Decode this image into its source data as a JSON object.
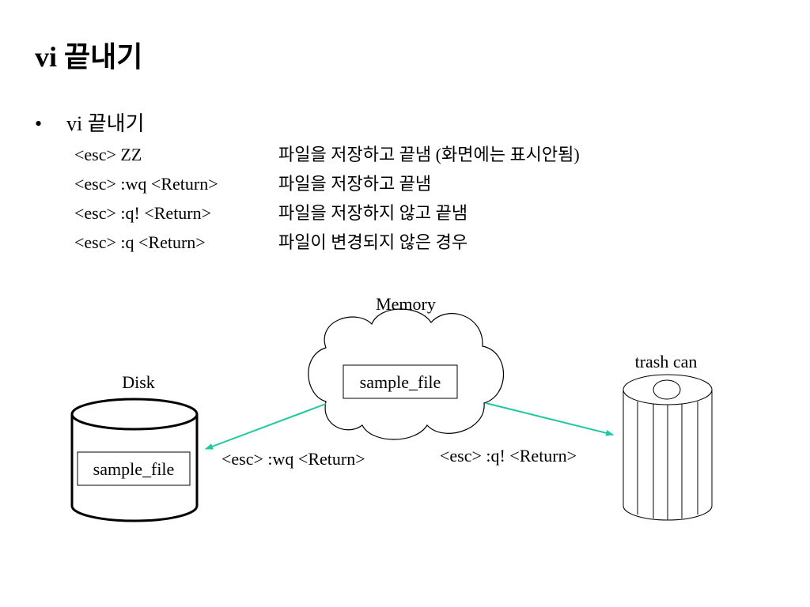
{
  "slide": {
    "title": "vi 끝내기",
    "bullet": {
      "symbol": "•",
      "text": "vi 끝내기"
    },
    "commands": [
      {
        "cmd": "<esc> ZZ",
        "desc": "파일을 저장하고 끝냄 (화면에는 표시안됨)"
      },
      {
        "cmd": "<esc> :wq <Return>",
        "desc": "파일을 저장하고 끝냄"
      },
      {
        "cmd": "<esc> :q! <Return>",
        "desc": "파일을 저장하지 않고 끝냄"
      },
      {
        "cmd": "<esc> :q <Return>",
        "desc": "파일이 변경되지 않은 경우"
      }
    ]
  },
  "diagram": {
    "memory": {
      "label": "Memory",
      "file_label": "sample_file"
    },
    "disk": {
      "label": "Disk",
      "file_label": "sample_file"
    },
    "trash": {
      "label": "trash can"
    },
    "arrow_to_disk": {
      "label": "<esc> :wq <Return>"
    },
    "arrow_to_trash": {
      "label": "<esc> :q! <Return>"
    },
    "colors": {
      "arrow": "#1ec8a0",
      "outline": "#000000",
      "background": "#ffffff"
    }
  }
}
